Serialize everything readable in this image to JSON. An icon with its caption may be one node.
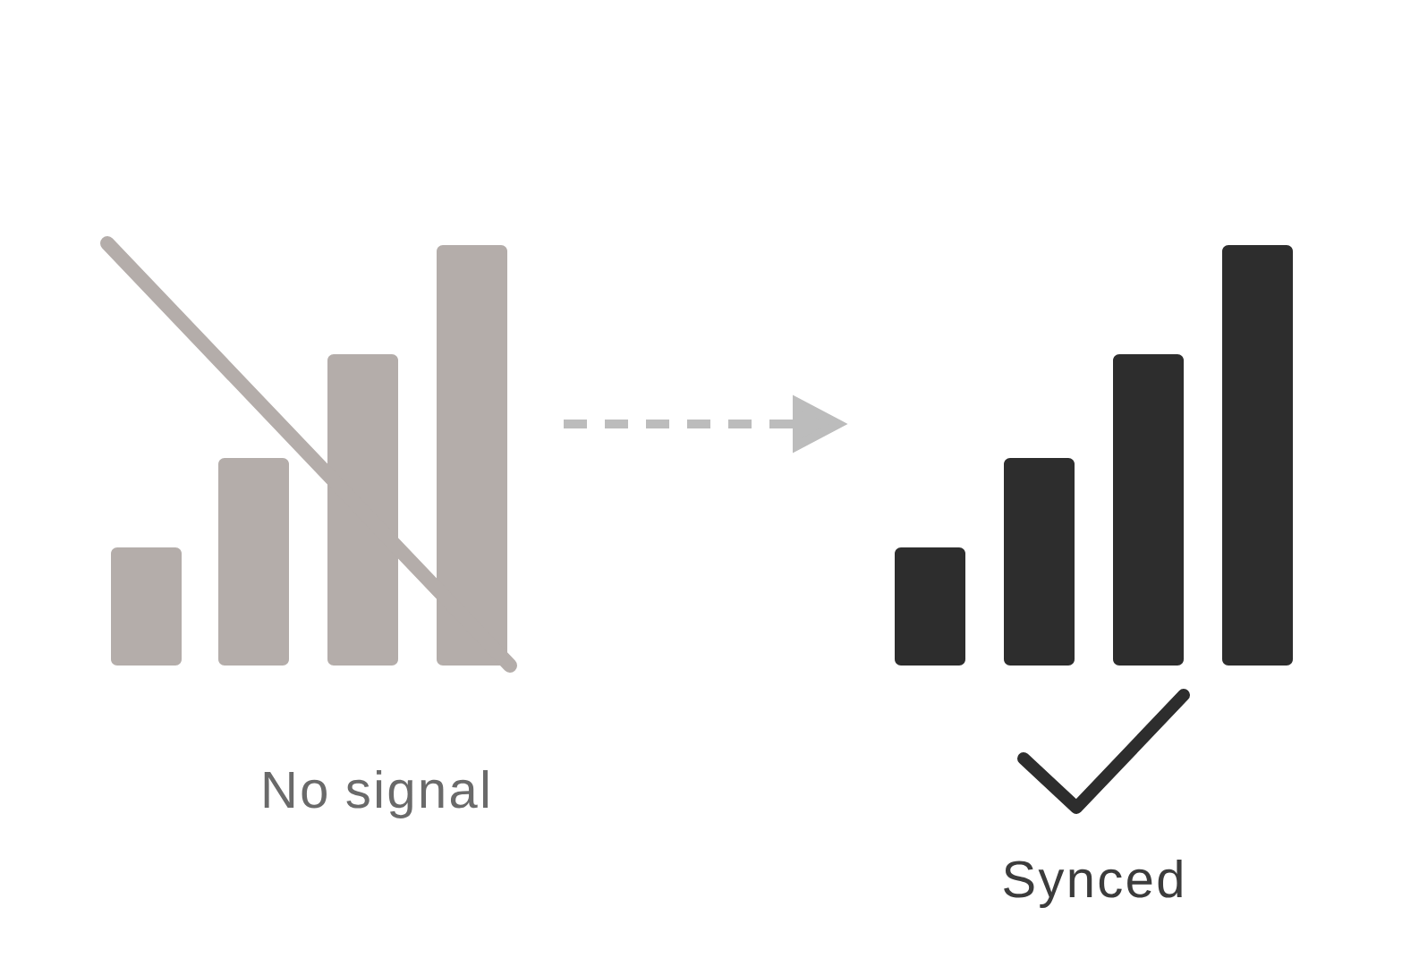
{
  "diagram": {
    "nodes": [
      {
        "text": [],
        "shape": "picture",
        "beside": [
          "No signal"
        ]
      },
      {
        "text": [],
        "shape": "picture",
        "beside": [
          "Synced"
        ]
      }
    ],
    "edges": [
      {
        "from": 0,
        "to": 1,
        "arrow": "to",
        "style": "dashed"
      }
    ]
  }
}
